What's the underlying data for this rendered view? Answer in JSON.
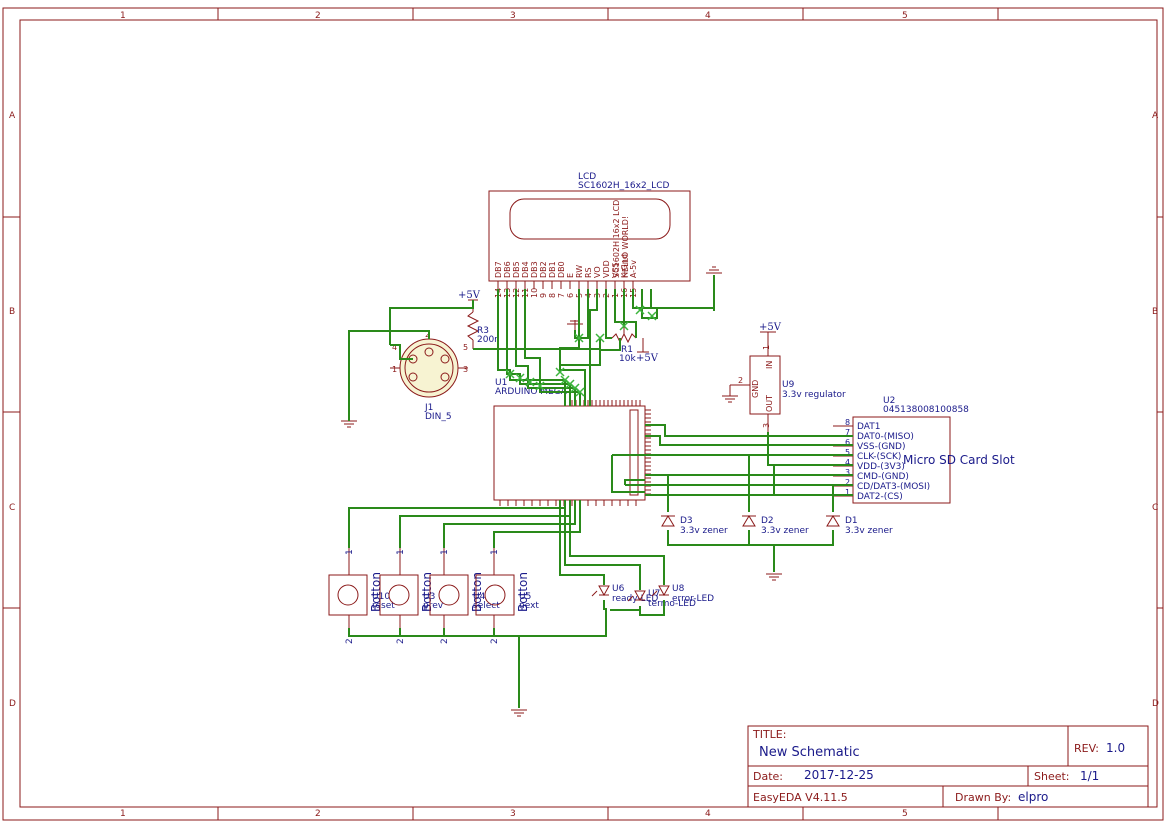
{
  "zones": {
    "columns": [
      "1",
      "2",
      "3",
      "4",
      "5"
    ],
    "rows": [
      "A",
      "B",
      "C",
      "D"
    ]
  },
  "lcd": {
    "name": "LCD",
    "part": "SC1602H_16x2_LCD",
    "vtext1": "SC1602H 16x2 LCD",
    "vtext2": "HELLO WORLD!",
    "pin_names": [
      "DB7",
      "DB6",
      "DB5",
      "DB4",
      "DB3",
      "DB2",
      "DB1",
      "DB0",
      "E",
      "RW",
      "RS",
      "VO",
      "VDD",
      "VSS",
      "K-Gnd",
      "A-5v"
    ],
    "pin_numbers": [
      "14",
      "13",
      "12",
      "11",
      "10",
      "9",
      "8",
      "7",
      "6",
      "5",
      "4",
      "3",
      "2",
      "1",
      "16",
      "15"
    ]
  },
  "r3": {
    "ref": "R3",
    "value": "200r",
    "power": "+5V"
  },
  "r1": {
    "ref": "R1",
    "value": "10k",
    "power": "+5V"
  },
  "j1": {
    "ref": "J1",
    "value": "DIN_5",
    "pins": [
      "1",
      "2",
      "3",
      "4",
      "5"
    ]
  },
  "u1": {
    "ref": "U1",
    "value": "ARDUINO MEGA"
  },
  "u9": {
    "ref": "U9",
    "value": "3.3v regulator",
    "power": "+5V",
    "pin_in": "IN",
    "pin_gnd": "GND",
    "pin_out": "OUT",
    "n1": "1",
    "n2": "2",
    "n3": "3"
  },
  "u2": {
    "ref": "U2",
    "part": "045138008100858",
    "title": "Micro SD Card Slot",
    "pins": [
      {
        "num": "8",
        "name": "DAT1"
      },
      {
        "num": "7",
        "name": "DAT0-(MISO)"
      },
      {
        "num": "6",
        "name": "VSS-(GND)"
      },
      {
        "num": "5",
        "name": "CLK-(SCK)"
      },
      {
        "num": "4",
        "name": "VDD-(3V3)"
      },
      {
        "num": "3",
        "name": "CMD-(GND)"
      },
      {
        "num": "2",
        "name": "CD/DAT3-(MOSI)"
      },
      {
        "num": "1",
        "name": "DAT2-(CS)"
      }
    ]
  },
  "diodes": [
    {
      "ref": "D3",
      "value": "3.3v zener"
    },
    {
      "ref": "D2",
      "value": "3.3v zener"
    },
    {
      "ref": "D1",
      "value": "3.3v zener"
    }
  ],
  "leds": [
    {
      "ref": "U6",
      "value": "ready-LED"
    },
    {
      "ref": "U7",
      "value": "termo-LED"
    },
    {
      "ref": "U8",
      "value": "error-LED"
    }
  ],
  "buttons": [
    {
      "ref": "U10",
      "value": "reset",
      "type": "Botton",
      "p1": "1",
      "p2": "2"
    },
    {
      "ref": "U3",
      "value": "prev",
      "type": "Botton",
      "p1": "1",
      "p2": "2"
    },
    {
      "ref": "U4",
      "value": "select",
      "type": "Botton",
      "p1": "1",
      "p2": "2"
    },
    {
      "ref": "U5",
      "value": "next",
      "type": "Botton",
      "p1": "1",
      "p2": "2"
    }
  ],
  "titleblock": {
    "title_label": "TITLE:",
    "title": "New Schematic",
    "rev_label": "REV:",
    "rev": "1.0",
    "date_label": "Date:",
    "date": "2017-12-25",
    "sheet_label": "Sheet:",
    "sheet": "1/1",
    "software": "EasyEDA V4.11.5",
    "drawn_label": "Drawn By:",
    "drawn": "elpro"
  }
}
